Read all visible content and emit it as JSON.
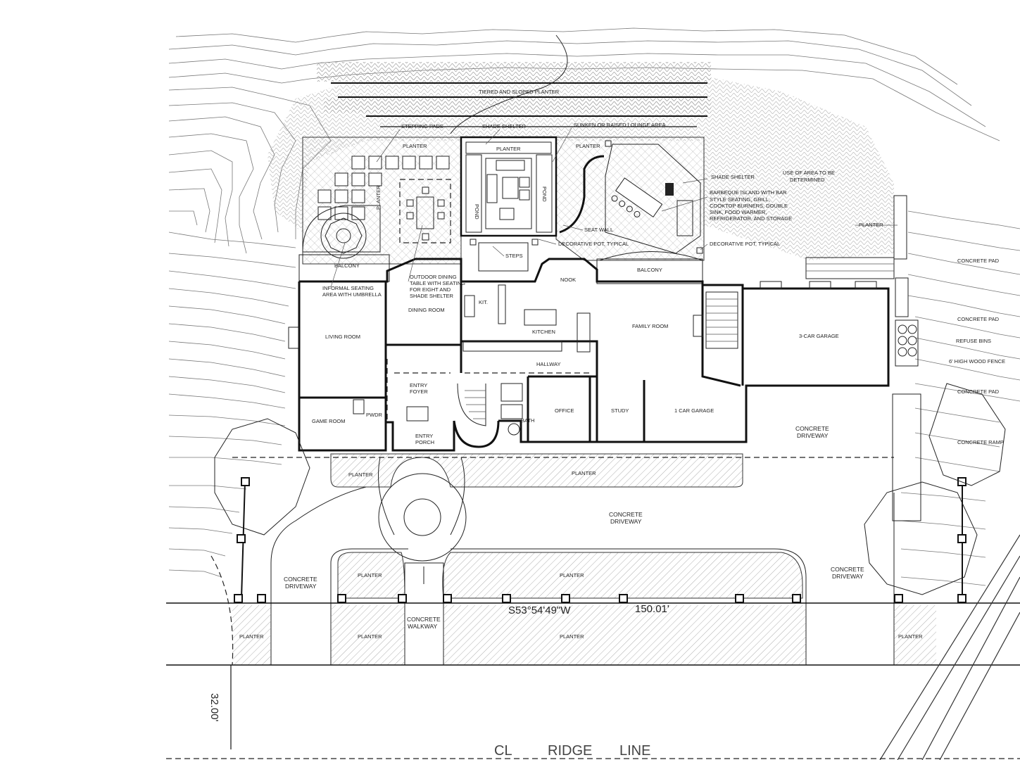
{
  "labels": {
    "tiered_planter": "TIERED AND SLOPED PLANTER",
    "stepping_pads": "STEPPING PADS",
    "shade_shelter_top": "SHADE SHELTER",
    "sunken_lounge": "SUNKEN OR RAISED LOUNGE AREA",
    "planter_top_left": "PLANTER",
    "planter_top_mid": "PLANTER",
    "planter_top_right": "PLANTER",
    "planter_vertical": "PLANTER",
    "pond_left": "POND",
    "pond_right": "POND",
    "shade_shelter_right": "SHADE SHELTER",
    "use_of_area_1": "USE OF AREA TO BE",
    "use_of_area_2": "DETERMINED",
    "bbq_1": "BARBEQUE ISLAND WITH BAR",
    "bbq_2": "STYLE SEATING, GRILL,",
    "bbq_3": "COOKTOP BURNERS, DOUBLE",
    "bbq_4": "SINK, FOOD WARMER,",
    "bbq_5": "REFRIGERATOR, AND STORAGE",
    "planter_east": "PLANTER",
    "seat_wall": "SEAT WALL",
    "decorative_pot_1": "DECORATIVE POT, TYPICAL",
    "decorative_pot_2": "DECORATIVE POT, TYPICAL",
    "steps": "STEPS",
    "balcony_left": "BALCONY",
    "balcony_right": "BALCONY",
    "nook": "NOOK",
    "informal_1": "INFORMAL SEATING",
    "informal_2": "AREA WITH UMBRELLA",
    "outdoor_1": "OUTDOOR DINING",
    "outdoor_2": "TABLE WITH SEATING",
    "outdoor_3": "FOR EIGHT AND",
    "outdoor_4": "SHADE SHELTER",
    "kit": "KIT.",
    "dining_room": "DINING ROOM",
    "living_room": "LIVING ROOM",
    "kitchen": "KITCHEN",
    "family_room": "FAMILY ROOM",
    "three_car_garage": "3-CAR GARAGE",
    "hallway": "HALLWAY",
    "entry_foyer_1": "ENTRY",
    "entry_foyer_2": "FOYER",
    "pwdr": "PWDR",
    "game_room": "GAME ROOM",
    "entry_porch_1": "ENTRY",
    "entry_porch_2": "PORCH",
    "bath": "BATH",
    "office": "OFFICE",
    "study": "STUDY",
    "one_car_garage": "1 CAR GARAGE",
    "concrete_driveway_1a": "CONCRETE",
    "concrete_driveway_1b": "DRIVEWAY",
    "concrete_pad_1": "CONCRETE PAD",
    "concrete_pad_2": "CONCRETE PAD",
    "refuse_bins": "REFUSE BINS",
    "wood_fence": "6' HIGH WOOD FENCE",
    "concrete_pad_3": "CONCRETE PAD",
    "concrete_ramp": "CONCRETE RAMP",
    "planter_front_left": "PLANTER",
    "planter_front_mid": "PLANTER",
    "concrete_driveway_2a": "CONCRETE",
    "concrete_driveway_2b": "DRIVEWAY",
    "concrete_driveway_3a": "CONCRETE",
    "concrete_driveway_3b": "DRIVEWAY",
    "concrete_driveway_4a": "CONCRETE",
    "concrete_driveway_4b": "DRIVEWAY",
    "planter_island_left": "PLANTER",
    "planter_island_mid": "PLANTER",
    "concrete_walkway_a": "CONCRETE",
    "concrete_walkway_b": "WALKWAY",
    "planter_bottom_1": "PLANTER",
    "planter_bottom_2": "PLANTER",
    "planter_bottom_3": "PLANTER",
    "planter_bottom_4": "PLANTER",
    "bearing": "S53°54'49\"W",
    "distance": "150.01'",
    "setback": "32.00'",
    "centerline_symbol": "CL",
    "ridge": "RIDGE",
    "line": "LINE"
  },
  "colors": {
    "line": "#111111",
    "contour": "#777777",
    "hatch": "#9a9a9a",
    "background": "#ffffff"
  }
}
